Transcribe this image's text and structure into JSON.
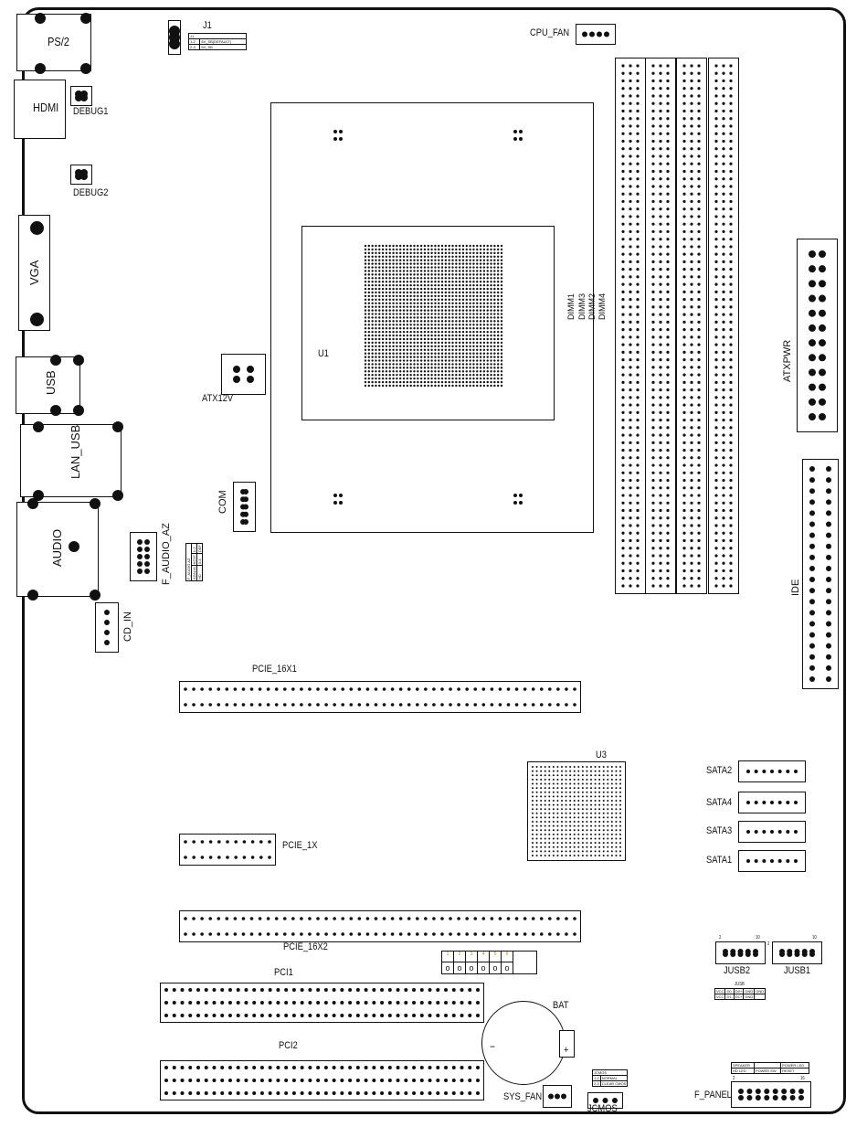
{
  "labels": {
    "ps2": "PS/2",
    "hdmi": "HDMI",
    "debug1": "DEBUG1",
    "debug2": "DEBUG2",
    "vga": "VGA",
    "usb": "USB",
    "lan_usb": "LAN_USB",
    "audio": "AUDIO",
    "cd_in": "CD_IN",
    "f_audio": "F_AUDIO_AZ",
    "atx12v": "ATX12V",
    "com": "COM",
    "u1": "U1",
    "j1": "J1",
    "cpu_fan": "CPU_FAN",
    "dimm1": "DIMM1",
    "dimm2": "DIMM2",
    "dimm3": "DIMM3",
    "dimm4": "DIMM4",
    "atxpwr": "ATXPWR",
    "ide": "IDE",
    "pcie_16x1": "PCIE_16X1",
    "pcie_1x": "PCIE_1X",
    "pcie_16x2": "PCIE_16X2",
    "u3": "U3",
    "sata2": "SATA2",
    "sata4": "SATA4",
    "sata3": "SATA3",
    "sata1": "SATA1",
    "pci1": "PCI1",
    "pci2": "PCI2",
    "bat": "BAT",
    "sys_fan": "SYS_FAN",
    "jcmos": "JCMOS",
    "jusb1": "JUSB1",
    "jusb2": "JUSB2",
    "f_panel": "F_PANEL"
  },
  "j1_table": {
    "title": "J1",
    "rows": [
      [
        "1-2",
        "5V_SB(DEFAULT)"
      ],
      [
        "2-3",
        "5V_SB"
      ]
    ]
  },
  "f_audio_table": {
    "title": "F_AUDIO AZ",
    "rows": [
      [
        "AZALIA",
        "AC97",
        "1-2"
      ],
      [
        "HD",
        "3-4",
        "DEF"
      ]
    ]
  },
  "jusb_table": {
    "title": "JUSB",
    "rows": [
      [
        "VCC",
        "D0-",
        "D0+",
        "GND",
        "GND"
      ],
      [
        "VCC",
        "D1-",
        "D1+",
        "GND",
        ""
      ]
    ]
  },
  "jcmos_table": {
    "title": "JCMOS",
    "rows": [
      [
        "1-2",
        "NORMAL"
      ],
      [
        "2-3",
        "CLEAR CMOS"
      ]
    ]
  },
  "f_panel_table": {
    "rows": [
      [
        "SPEAKER",
        "",
        "POWER LED"
      ],
      [
        "HD LED",
        "POWER SW",
        "RESET"
      ]
    ]
  },
  "pin_header": [
    "1",
    "2",
    "3",
    "4",
    "5",
    "6"
  ],
  "pin_marks": {
    "jusb2_a": "2",
    "jusb2_b": "10",
    "jusb1_a": "2",
    "jusb1_b": "10",
    "fp_a": "2",
    "fp_b": "16",
    "bat_minus": "−",
    "bat_plus": "+"
  }
}
